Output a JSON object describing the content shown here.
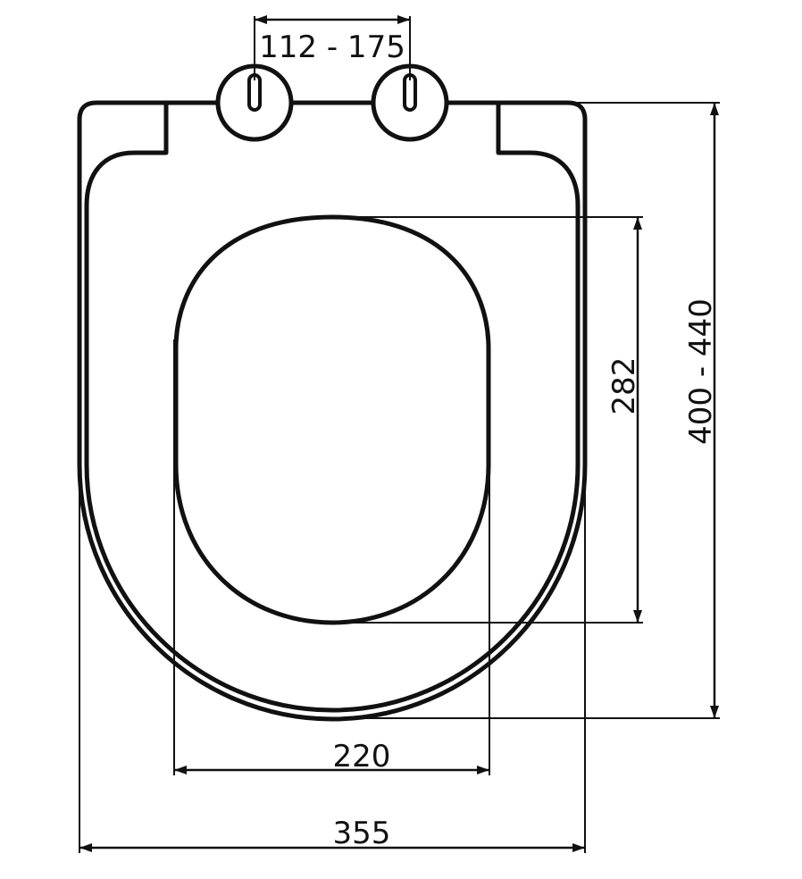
{
  "diagram": {
    "labels": {
      "hinge_spacing": "112 - 175",
      "opening_width": "220",
      "seat_width": "355",
      "opening_length": "282",
      "seat_length": "400 - 440"
    },
    "colors": {
      "line": "#111111",
      "background": "#ffffff"
    }
  }
}
